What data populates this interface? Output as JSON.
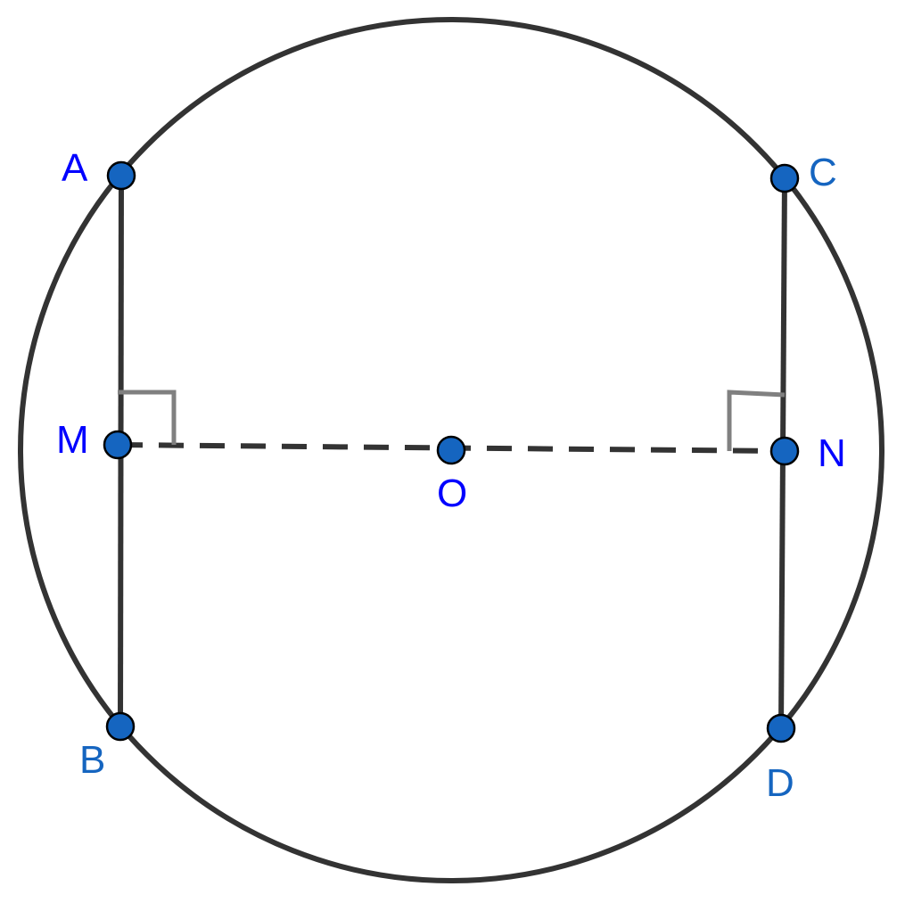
{
  "figure": {
    "points": {
      "A": {
        "label": "A",
        "color": "#0000FF"
      },
      "B": {
        "label": "B",
        "color": "#1565C0"
      },
      "C": {
        "label": "C",
        "color": "#1565C0"
      },
      "D": {
        "label": "D",
        "color": "#1565C0"
      },
      "M": {
        "label": "M",
        "color": "#0000FF"
      },
      "N": {
        "label": "N",
        "color": "#0000FF"
      },
      "O": {
        "label": "O",
        "color": "#0000FF"
      }
    },
    "colors": {
      "stroke": "#333333",
      "right_angle_mark": "#808080",
      "point_fill": "#1565C0",
      "point_outline": "#000000"
    }
  }
}
